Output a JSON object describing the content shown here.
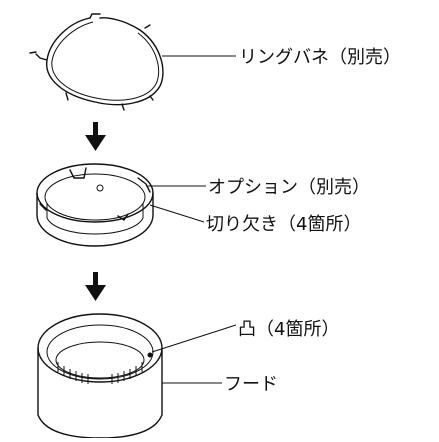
{
  "labels": {
    "ring_spring": "リングバネ（別売）",
    "option": "オプション（別売）",
    "notch": "切り欠き（4箇所）",
    "bump": "凸（4箇所）",
    "hood": "フード"
  },
  "arrows": [
    {
      "name": "down-arrow-1"
    },
    {
      "name": "down-arrow-2"
    }
  ]
}
